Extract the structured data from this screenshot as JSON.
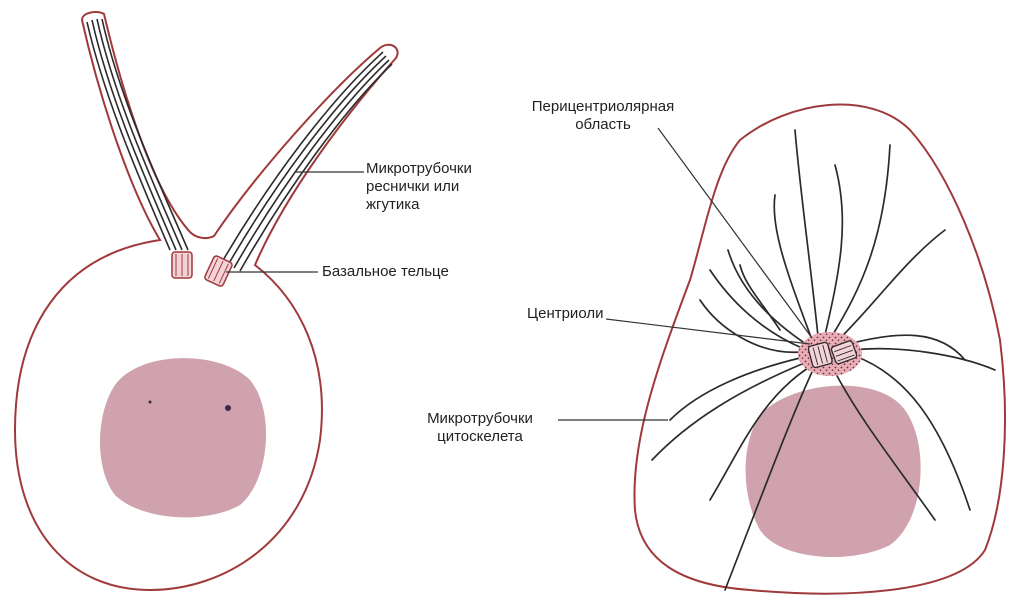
{
  "labels": {
    "cilia_microtubules": [
      "Микротрубочки",
      "реснички или",
      "жгутика"
    ],
    "basal_body": "Базальное тельце",
    "pericentriolar": [
      "Перицентриолярная",
      "область"
    ],
    "centrioles": "Центриоли",
    "cytoskeleton_microtubules": [
      "Микротрубочки",
      "цитоскелета"
    ]
  },
  "colors": {
    "membrane": "#a0393a",
    "nucleus": "#cfa2ad",
    "microtubule": "#2b2b2b",
    "pericentriolar": "#e7aeb8",
    "basal_body": "#c0646c",
    "leader": "#333333"
  }
}
